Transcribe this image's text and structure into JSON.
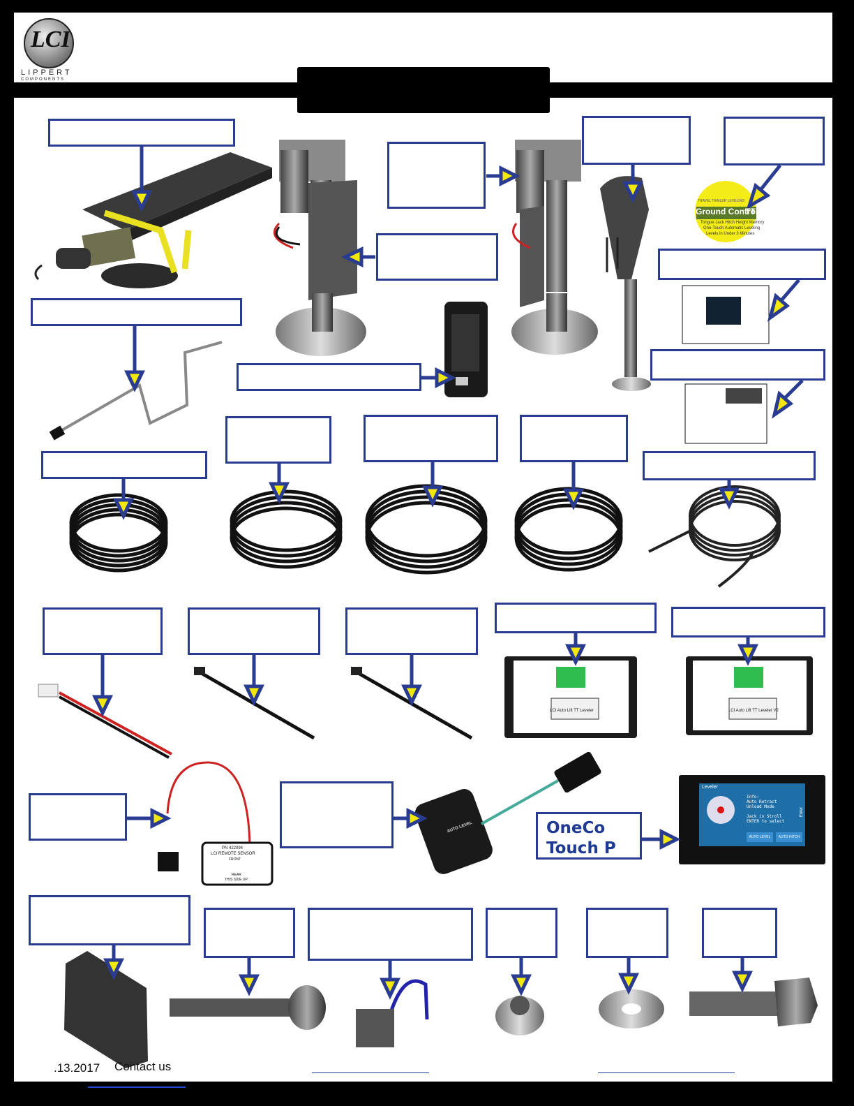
{
  "header": {
    "logo_brand": "LIPPERT",
    "logo_sub": "COMPONENTS",
    "logo_mark": "LCI"
  },
  "callouts": {
    "onecontrol_label": "OneCo\nTouch P"
  },
  "panel": {
    "title": "Leveler",
    "status_lines": [
      "Info:",
      "Auto Retract",
      "Unload Mode",
      "",
      "Jack in Stroll",
      "ENTER to select"
    ],
    "buttons": [
      "AUTO LEVEL",
      "AUTO HITCH"
    ],
    "side_label": "Enter"
  },
  "remote_sensor": {
    "pn": "PN 422094",
    "name": "LCI REMOTE SENSOR",
    "front": "FRONT",
    "rear": "REAR",
    "side": "THIS SIDE UP"
  },
  "keypad": {
    "key_label": "AUTO LEVEL"
  },
  "ground_control": {
    "title": "Ground Control",
    "model": "TT",
    "subtitle": "TRAVEL TRAILER LEVELING",
    "bullets": [
      "Tongue Jack Hitch Height Memory",
      "One-Touch Automatic Leveling",
      "Levels in Under 3 Minutes"
    ]
  },
  "controllers": [
    {
      "label": "LCI Auto Lift TT Leveler"
    },
    {
      "label": "LCI Auto Lift TT Leveler V2"
    }
  ],
  "footer": {
    "date": ".13.2017",
    "contact": "Contact us"
  },
  "colors": {
    "callout_border": "#2a3b92",
    "arrow_fill": "#f2e80c",
    "arrow_line": "#2a3b92",
    "callout_text": "#1f3a93"
  }
}
